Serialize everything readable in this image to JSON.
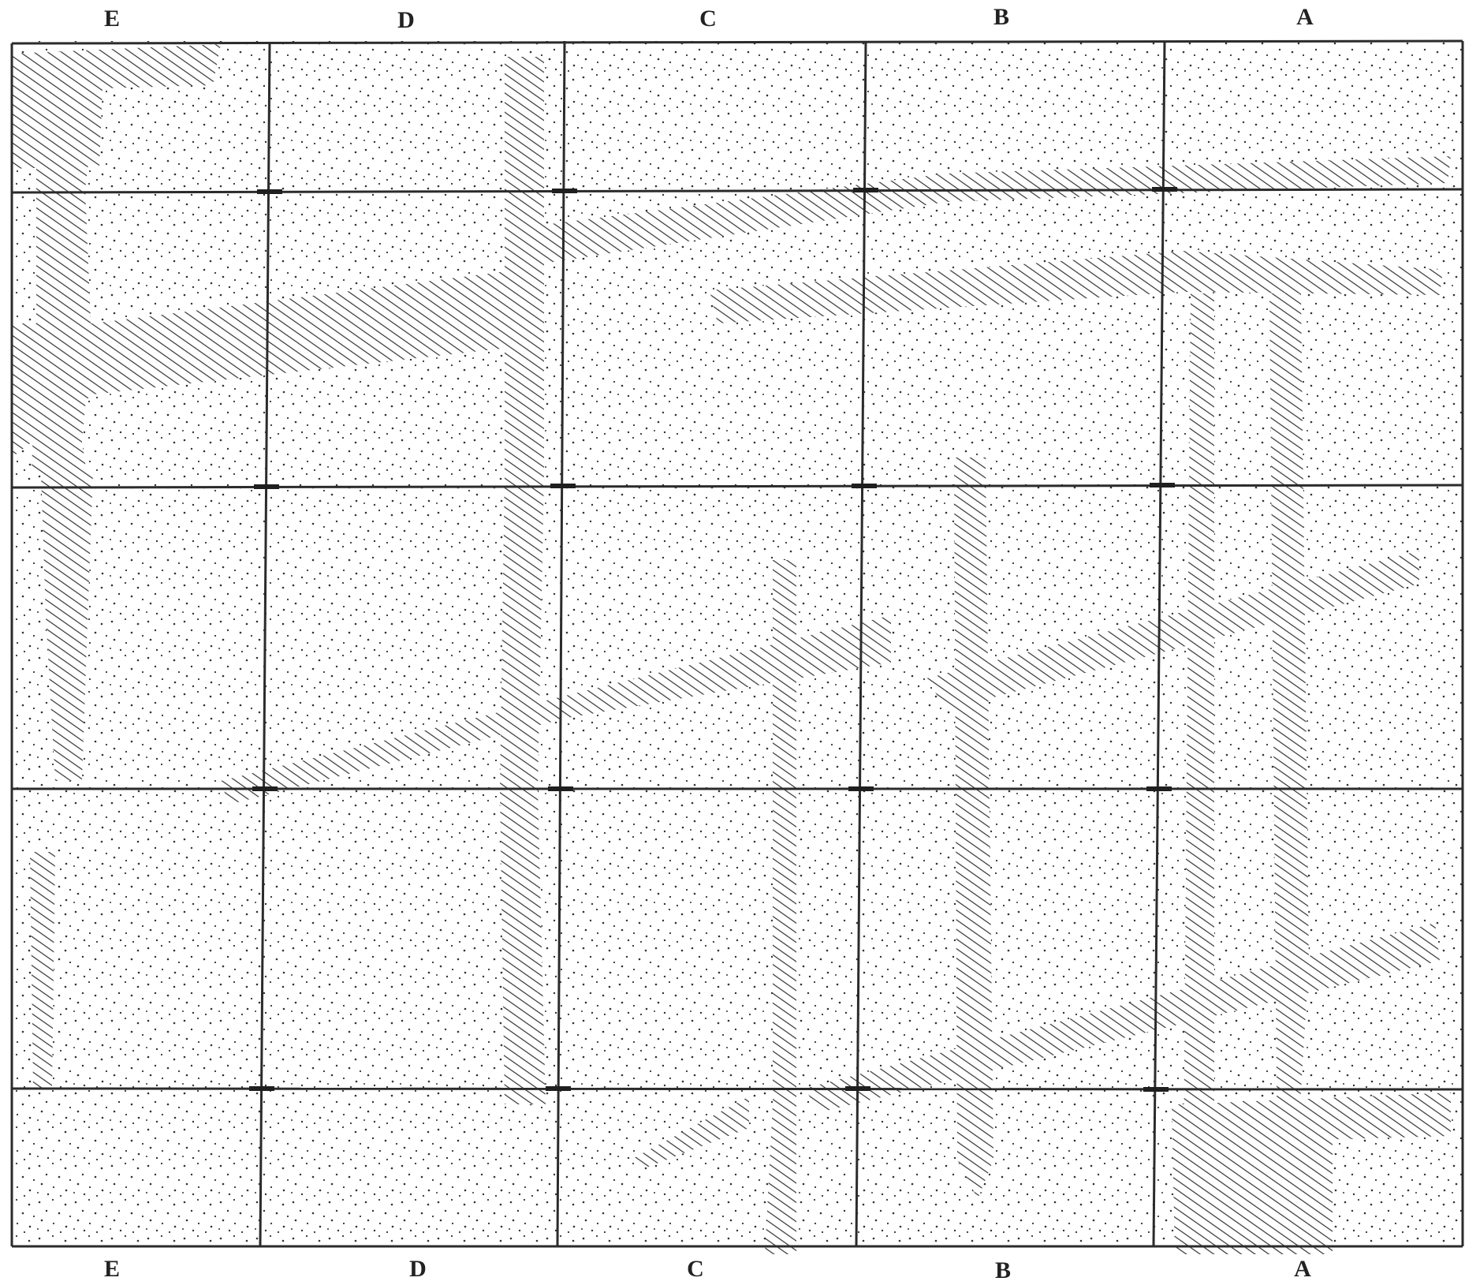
{
  "columns_top": [
    "E",
    "D",
    "C",
    "B",
    "A"
  ],
  "columns_bottom": [
    "E",
    "D",
    "C",
    "B",
    "A"
  ],
  "colors": {
    "paper": "#ffffff",
    "ink": "#222222",
    "grid": "#2b2b2b"
  }
}
